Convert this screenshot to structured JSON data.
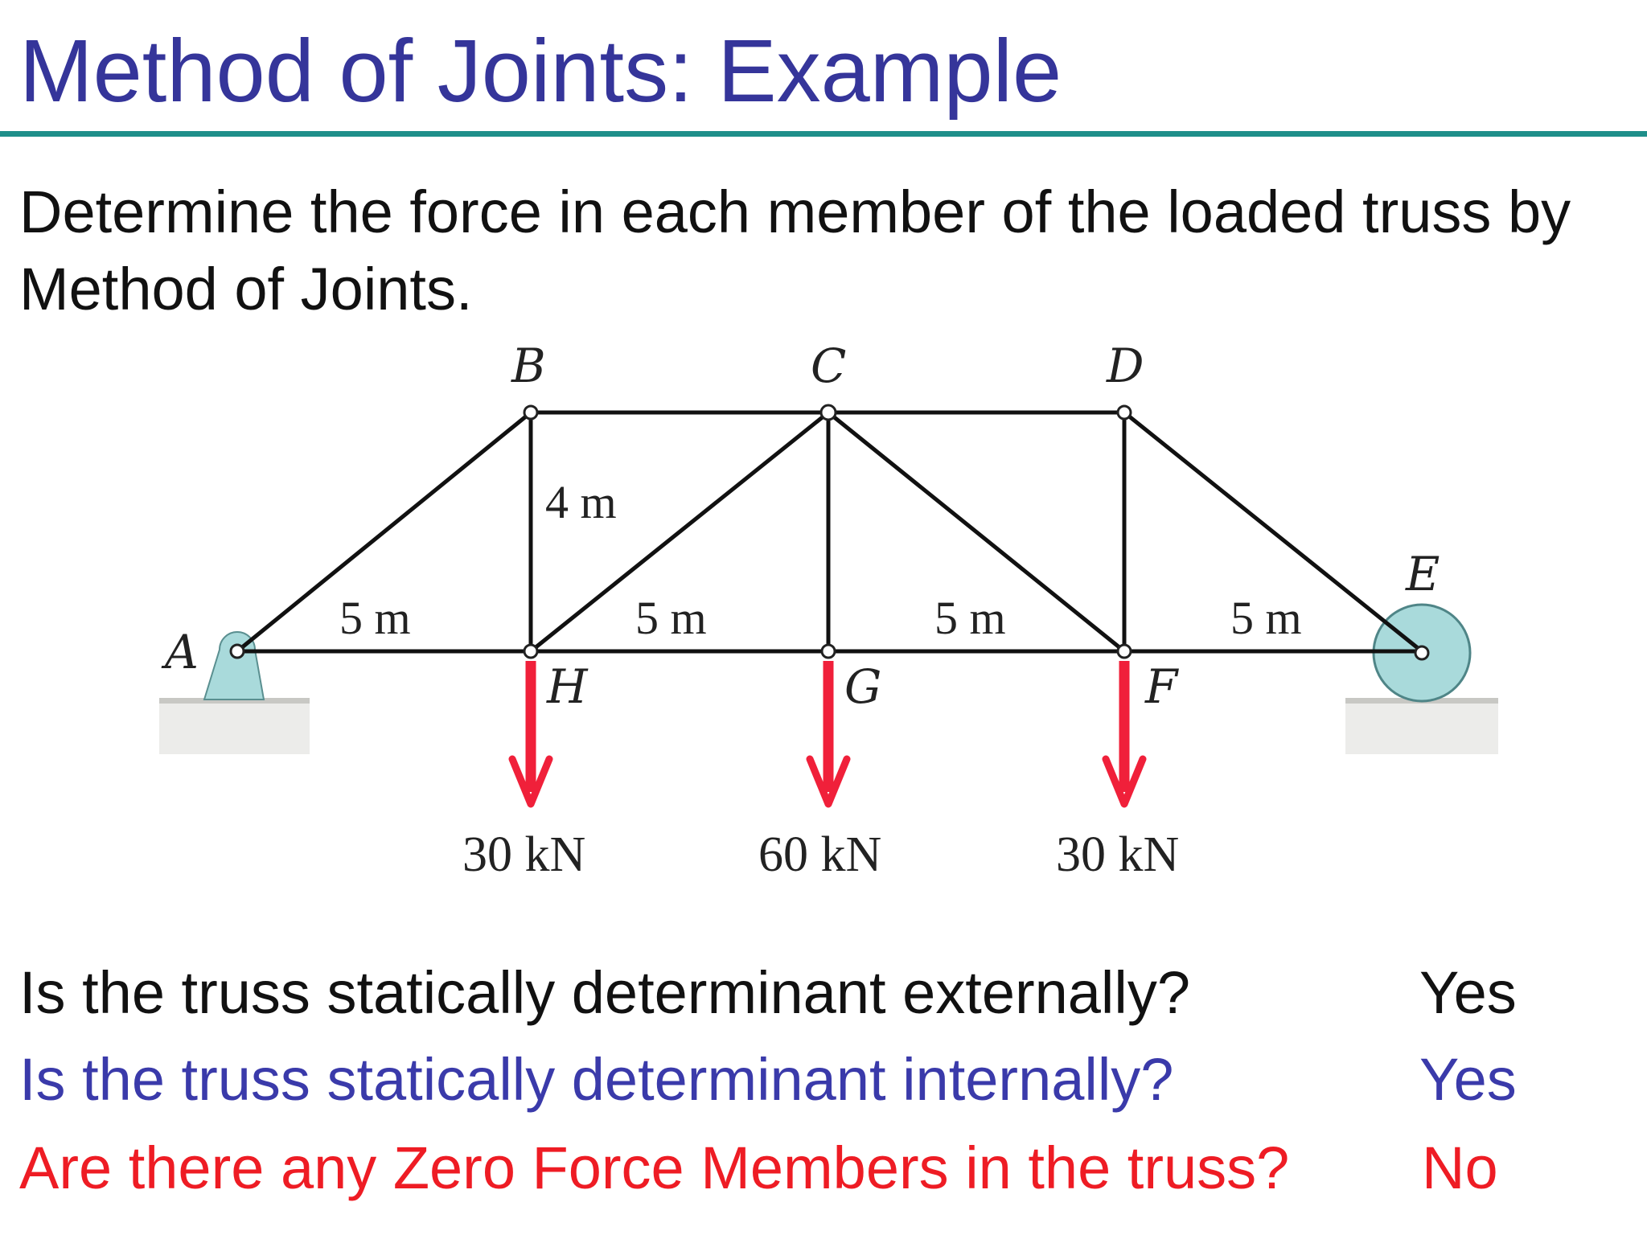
{
  "slide": {
    "title": "Method of Joints: Example",
    "problem": "Determine the force in each member of the loaded truss by Method of Joints."
  },
  "diagram": {
    "joints": {
      "A": "A",
      "B": "B",
      "C": "C",
      "D": "D",
      "E": "E",
      "F": "F",
      "G": "G",
      "H": "H"
    },
    "dims": {
      "height": "4 m",
      "span1": "5 m",
      "span2": "5 m",
      "span3": "5 m",
      "span4": "5 m"
    },
    "loads": {
      "H": "30 kN",
      "G": "60 kN",
      "F": "30 kN"
    },
    "colors": {
      "member": "#111111",
      "load_arrow": "#f0203a",
      "support": "#a9dadb",
      "ground": "#c8c8c4"
    }
  },
  "questions": [
    {
      "text": "Is the truss statically determinant externally?",
      "answer": "Yes",
      "color": "#111111"
    },
    {
      "text": "Is the truss statically determinant internally?",
      "answer": "Yes",
      "color": "#3a3aaa"
    },
    {
      "text": "Are there any Zero Force Members in the truss?",
      "answer": "No",
      "color": "#ee1c24"
    }
  ]
}
